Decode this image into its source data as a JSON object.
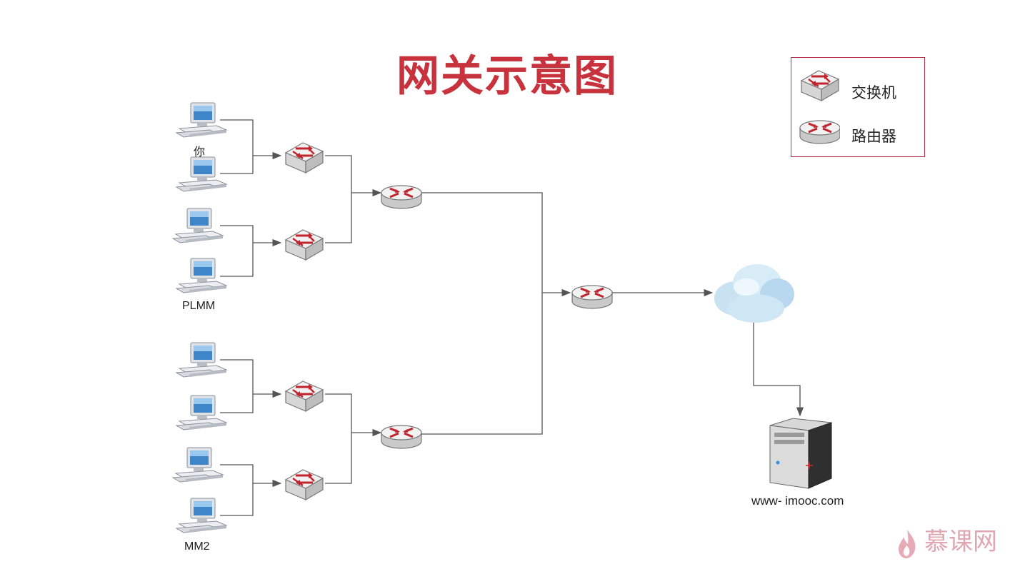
{
  "title": "网关示意图",
  "legend": {
    "items": [
      {
        "label": "交换机",
        "icon": "switch-icon"
      },
      {
        "label": "路由器",
        "icon": "router-icon"
      }
    ]
  },
  "labels": {
    "pc_you": "你",
    "pc_plmm": "PLMM",
    "pc_mm2": "MM2",
    "server": "www- imooc.com"
  },
  "brand": "慕课网",
  "colors": {
    "title": "#c8323c",
    "legend_border": "#b7304a",
    "device_red": "#c0252d",
    "line": "#555555",
    "brand": "#e0a7b2"
  }
}
